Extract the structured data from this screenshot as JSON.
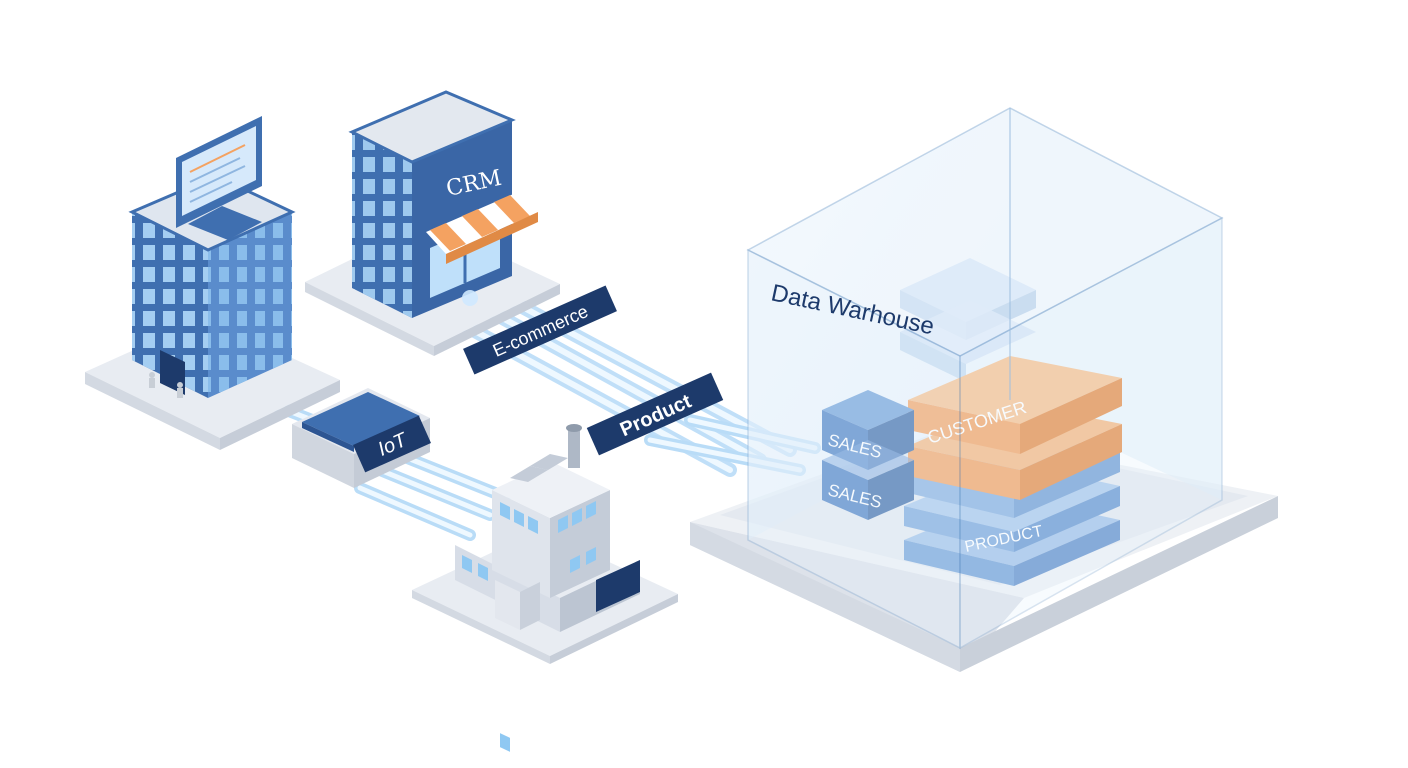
{
  "labels": {
    "crm": "CRM",
    "ecommerce": "E-commerce",
    "iot": "IoT",
    "product_tag": "Product",
    "warehouse_title": "Data Warhouse",
    "sales_top": "SALES",
    "sales_bottom": "SALES",
    "customer": "CUSTOMER",
    "product_layer": "PRODUCT"
  },
  "colors": {
    "building_blue": "#3f6fb0",
    "navy": "#1d3a6b",
    "platform": "#e9edf3",
    "accent_orange": "#f4a261",
    "light_blue": "#a9c8ea",
    "glass": "#d6e8f8"
  }
}
